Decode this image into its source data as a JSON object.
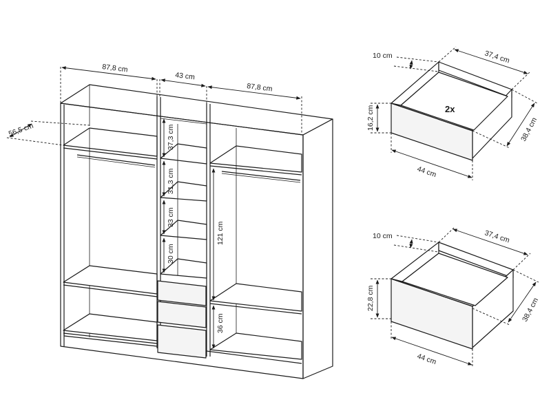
{
  "wardrobe": {
    "width_left": "87,8 cm",
    "width_middle": "43 cm",
    "width_right": "87,8 cm",
    "depth": "56,5 cm",
    "compartments": [
      "37,3 cm",
      "31,3 cm",
      "33 cm",
      "30 cm"
    ],
    "hanging_height": "121 cm",
    "bottom_height": "36 cm"
  },
  "drawer_top": {
    "quantity": "2x",
    "offset": "10 cm",
    "inner_width": "37,4 cm",
    "height": "16,2 cm",
    "depth": "38,4 cm",
    "front_width": "44 cm"
  },
  "drawer_bottom": {
    "offset": "10 cm",
    "inner_width": "37,4 cm",
    "height": "22,8 cm",
    "depth": "38,4 cm",
    "front_width": "44 cm"
  }
}
